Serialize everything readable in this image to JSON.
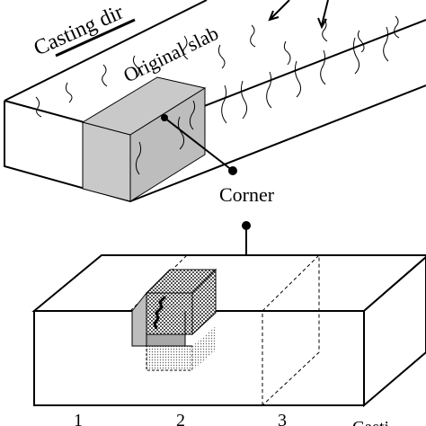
{
  "labels": {
    "casting_direction": "Casting dir",
    "original_slab": "Original slab",
    "corner": "Corner",
    "section_1": "1",
    "section_2": "2",
    "section_3": "3",
    "section_right_partial": "Casti"
  },
  "colors": {
    "stroke": "#000000",
    "sample_face": "#cfcfcf",
    "sample_side": "#b9b9b9",
    "background": "#ffffff"
  }
}
